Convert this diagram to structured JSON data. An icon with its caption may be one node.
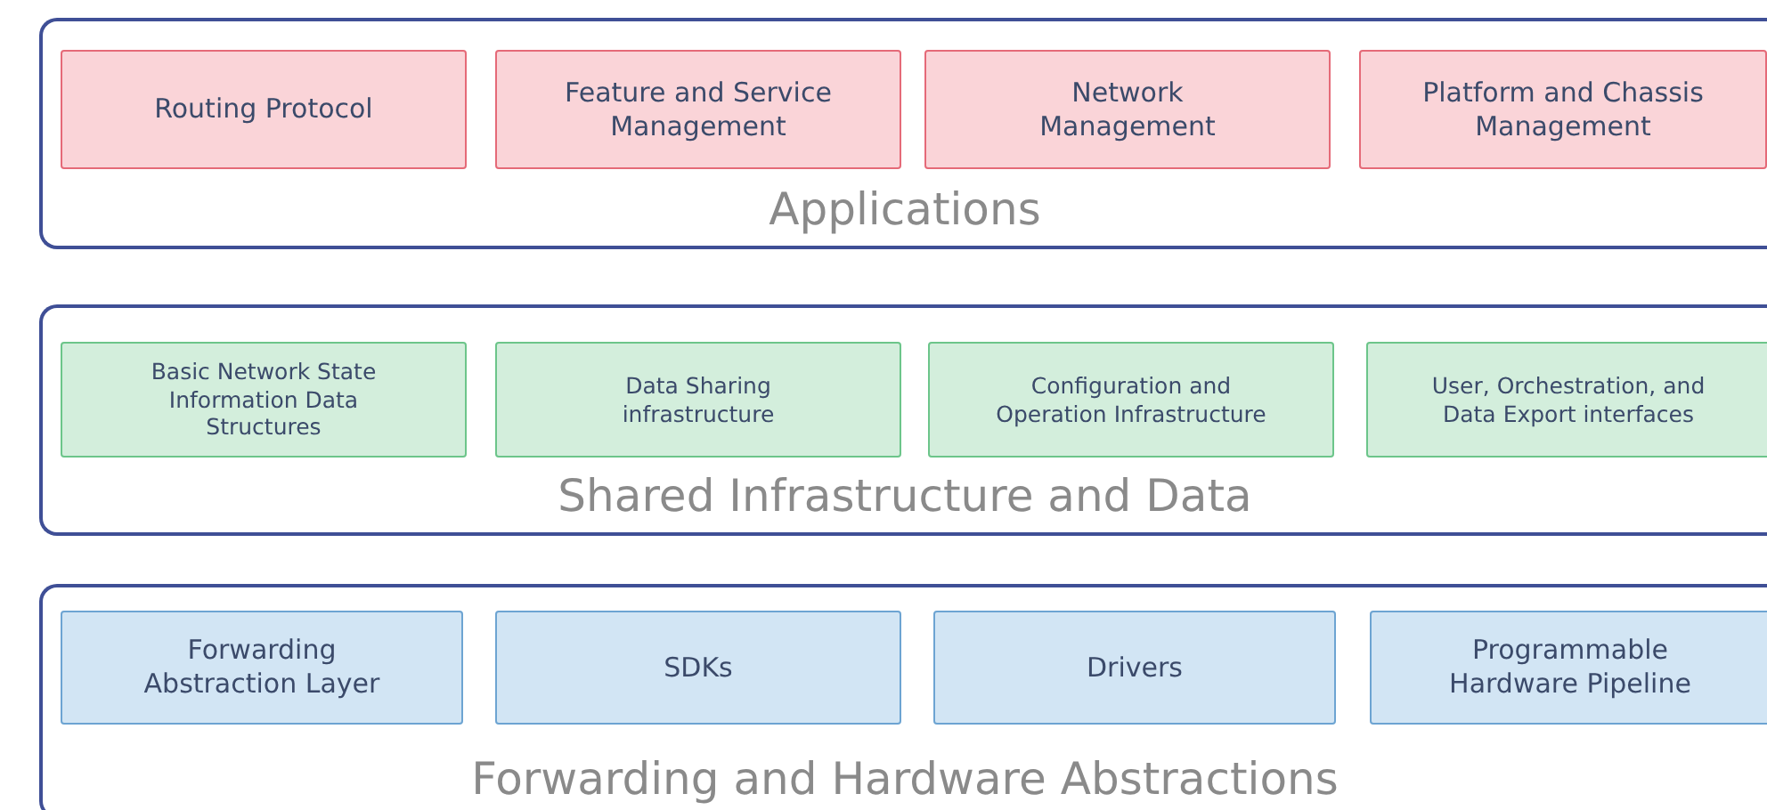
{
  "diagram": {
    "nodes": [
      {
        "text": [
          "Applications"
        ]
      },
      {
        "text": [
          "Routing Protocol"
        ],
        "in": 0
      },
      {
        "text": [
          "Feature and Service Management"
        ],
        "in": 0
      },
      {
        "text": [
          "Network Management"
        ],
        "in": 0
      },
      {
        "text": [
          "Platform and Chassis Management"
        ],
        "in": 0
      },
      {
        "text": [
          "Shared Infrastructure and Data"
        ]
      },
      {
        "text": [
          "Basic Network State Information Data Structures"
        ],
        "in": 5
      },
      {
        "text": [
          "Data Sharing infrastructure"
        ],
        "in": 5
      },
      {
        "text": [
          "Configuration and Operation Infrastructure"
        ],
        "in": 5
      },
      {
        "text": [
          "User, Orchestration, and Data Export interfaces"
        ],
        "in": 5
      },
      {
        "text": [
          "Forwarding and Hardware Abstractions"
        ]
      },
      {
        "text": [
          "Forwarding Abstraction Layer"
        ],
        "in": 10
      },
      {
        "text": [
          "SDKs"
        ],
        "in": 10
      },
      {
        "text": [
          "Drivers"
        ],
        "in": 10
      },
      {
        "text": [
          "Programmable Hardware Pipeline"
        ],
        "in": 10
      }
    ]
  }
}
